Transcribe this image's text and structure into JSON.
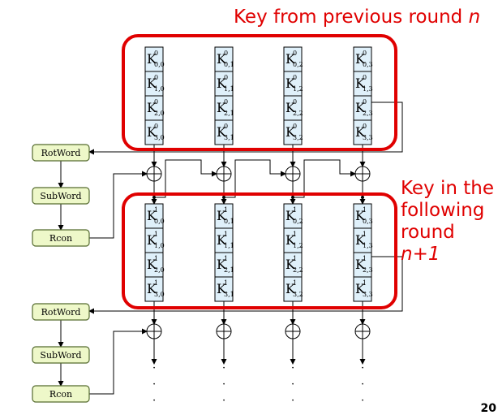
{
  "annotations": {
    "previous_prefix": "Key from previous round ",
    "previous_var": "n",
    "following_line1": "Key in the",
    "following_line2": "following",
    "following_line3_prefix": "round ",
    "following_line3_var": "n+1"
  },
  "page_number": "20",
  "blocks": {
    "rotword": "RotWord",
    "subword": "SubWord",
    "rcon": "Rcon"
  },
  "key_symbol": "K",
  "round0_label": "0",
  "round1_label": "1",
  "cell_indices": [
    [
      "0,0",
      "0,1",
      "0,2",
      "0,3"
    ],
    [
      "1,0",
      "1,1",
      "1,2",
      "1,3"
    ],
    [
      "2,0",
      "2,1",
      "2,2",
      "2,3"
    ],
    [
      "3,0",
      "3,1",
      "3,2",
      "3,3"
    ]
  ],
  "continuation": "·",
  "colors": {
    "highlight": "#e00000",
    "cell_fill": "#dff0fa",
    "block_fill": "#eef8c9",
    "block_stroke": "#556b2f"
  }
}
